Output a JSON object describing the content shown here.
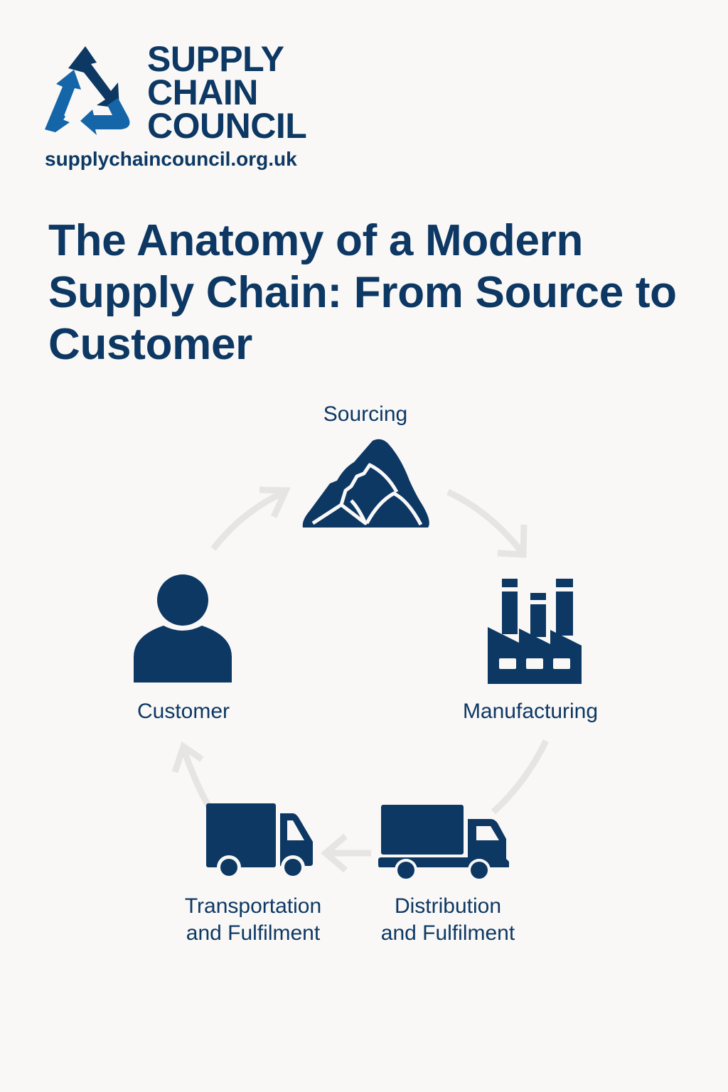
{
  "brand": {
    "name_lines": [
      "SUPPLY",
      "CHAIN",
      "COUNCIL"
    ],
    "url": "supplychaincouncil.org.uk",
    "logo_icon": "recycle-arrows-icon",
    "colors": {
      "navy": "#0d3863",
      "blue": "#1565a9",
      "arrow_gray": "#e6e5e4",
      "background": "#f9f8f7"
    }
  },
  "title": "The Anatomy of a Modern Supply Chain: From Source to Customer",
  "stages": [
    {
      "id": "sourcing",
      "label": "Sourcing",
      "icon": "mountain-icon"
    },
    {
      "id": "manufacturing",
      "label": "Manufacturing",
      "icon": "factory-icon"
    },
    {
      "id": "distribution",
      "label": "Distribution and Fulfilment",
      "label_lines": [
        "Distribution",
        "and Fulfilment"
      ],
      "icon": "truck-icon"
    },
    {
      "id": "transportation",
      "label": "Transportation and Fulfilment",
      "label_lines": [
        "Transportation",
        "and Fulfilment"
      ],
      "icon": "delivery-van-icon"
    },
    {
      "id": "customer",
      "label": "Customer",
      "icon": "person-icon"
    }
  ],
  "flow": [
    {
      "from": "sourcing",
      "to": "manufacturing"
    },
    {
      "from": "manufacturing",
      "to": "distribution"
    },
    {
      "from": "distribution",
      "to": "transportation"
    },
    {
      "from": "transportation",
      "to": "customer"
    },
    {
      "from": "customer",
      "to": "sourcing"
    }
  ]
}
